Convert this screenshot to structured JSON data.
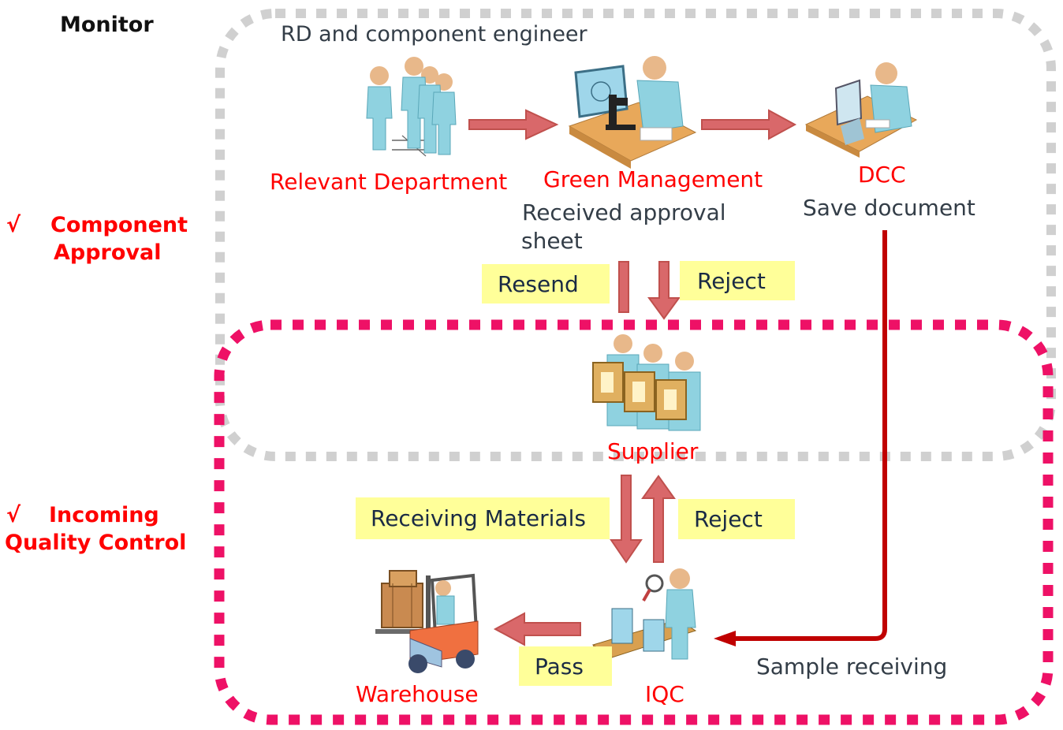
{
  "monitor_label": "Monitor",
  "sections": {
    "component_approval": {
      "check": "√",
      "line1": "Component",
      "line2": "Approval"
    },
    "incoming_qc": {
      "check": "√",
      "line1": "Incoming",
      "line2": "Quality Control"
    }
  },
  "labels": {
    "rd_engineer": "RD and component engineer",
    "relevant_department": "Relevant Department",
    "green_management": "Green Management",
    "received_approval_line1": "Received approval",
    "received_approval_line2": "sheet",
    "dcc": "DCC",
    "save_document": "Save document",
    "supplier": "Supplier",
    "warehouse": "Warehouse",
    "iqc": "IQC",
    "sample_receiving": "Sample receiving"
  },
  "tags": {
    "resend": "Resend",
    "reject_top": "Reject",
    "receiving_materials": "Receiving Materials",
    "reject_bottom": "Reject",
    "pass": "Pass"
  },
  "colors": {
    "label_red": "#ff0000",
    "tag_yellow": "#ffff99",
    "approval_border": "#d0d0d0",
    "iqc_border": "#ee1166",
    "arrow_fill": "#d9686a",
    "arrow_stroke": "#c0504d",
    "dcc_line": "#c00000"
  },
  "icons": [
    "people-group-icon",
    "scientist-microscope-icon",
    "office-computer-icon",
    "supplier-boxes-icon",
    "forklift-icon",
    "inspector-conveyor-icon"
  ]
}
